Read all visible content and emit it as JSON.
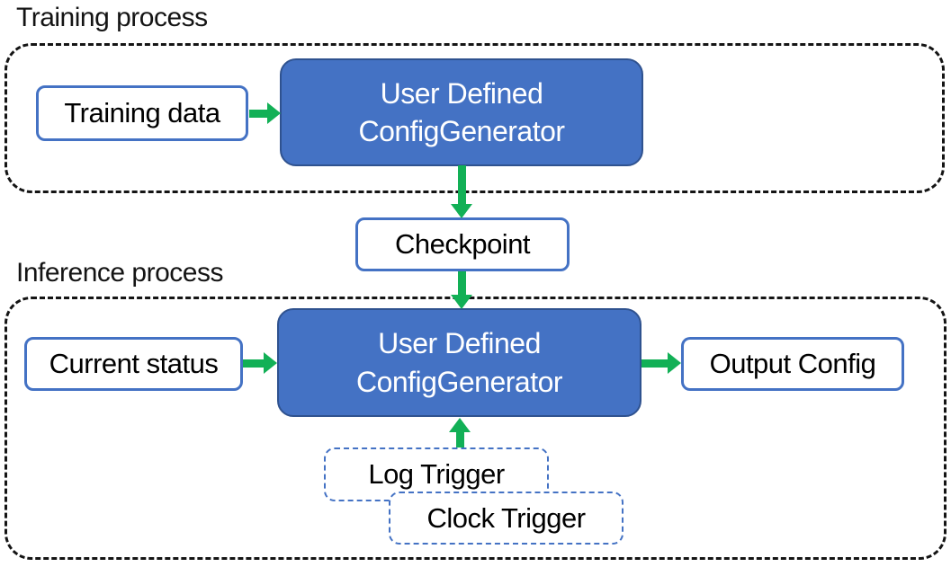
{
  "diagram": {
    "training": {
      "label": "Training process",
      "nodes": {
        "training_data": "Training data",
        "generator_line1": "User Defined",
        "generator_line2": "ConfigGenerator"
      }
    },
    "checkpoint": "Checkpoint",
    "inference": {
      "label": "Inference process",
      "nodes": {
        "current_status": "Current status",
        "generator_line1": "User Defined",
        "generator_line2": "ConfigGenerator",
        "output_config": "Output Config",
        "log_trigger": "Log Trigger",
        "clock_trigger": "Clock Trigger"
      }
    },
    "colors": {
      "node_fill_blue": "#4472C4",
      "node_border_dark_blue": "#2F528F",
      "outline_blue": "#4472C4",
      "arrow_green": "#12B056",
      "container_dash": "#141414"
    }
  }
}
